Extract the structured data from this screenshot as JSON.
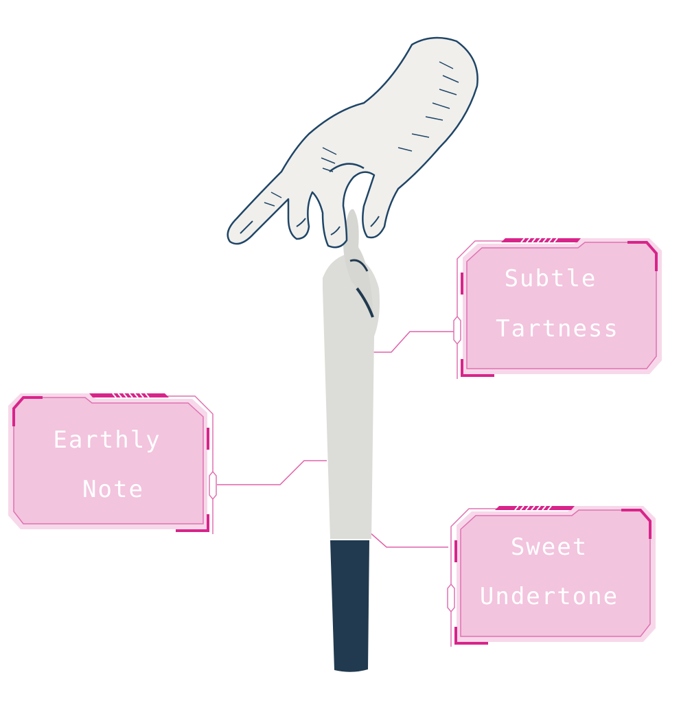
{
  "callouts": [
    {
      "line1": "Subtle",
      "line2": "Tartness"
    },
    {
      "line1": "Earthly",
      "line2": "Note"
    },
    {
      "line1": "Sweet",
      "line2": "Undertone"
    }
  ],
  "colors": {
    "frame_fill": "#f2c4de",
    "frame_outer": "#f7d8ea",
    "frame_stroke": "#e070b0",
    "accent": "#d8248a",
    "paper": "#dcdcd8",
    "filter_tip": "#213a4f",
    "hand_fill": "#f0efec",
    "hand_line": "#1f4566"
  }
}
